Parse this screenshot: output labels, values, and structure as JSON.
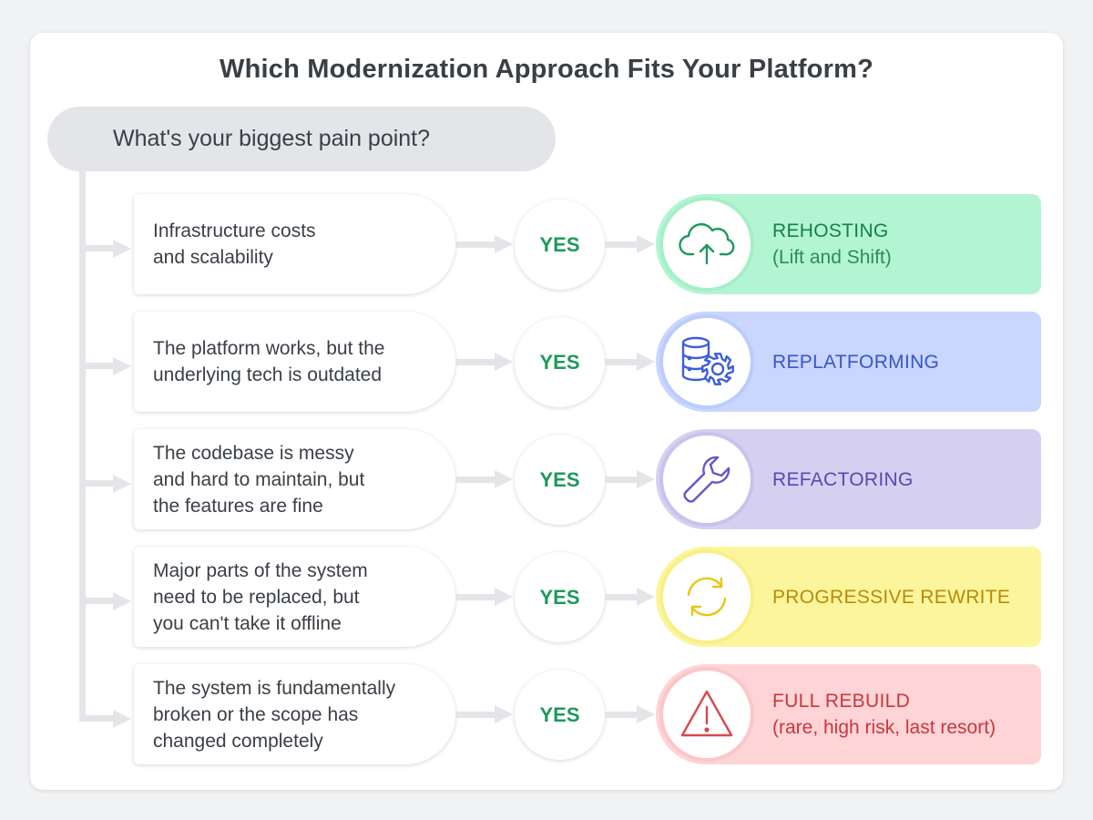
{
  "title": "Which Modernization Approach Fits Your Platform?",
  "question": "What's your biggest pain point?",
  "rows": [
    {
      "pain": [
        "Infrastructure costs",
        "and scalability"
      ],
      "answer": "YES",
      "result_title": "REHOSTING",
      "result_sub": "(Lift and Shift)",
      "icon": "cloud-upload-icon",
      "bg": "#b3f5d3",
      "ring": "#a5efc8",
      "title_color": "#16804a",
      "sub_color": "#2e8a5a",
      "icon_color": "#1c9a5c"
    },
    {
      "pain": [
        "The platform works, but the",
        "underlying tech is outdated"
      ],
      "answer": "YES",
      "result_title": "REPLATFORMING",
      "result_sub": "",
      "icon": "database-gear-icon",
      "bg": "#c9d6fe",
      "ring": "#bccbfd",
      "title_color": "#3b55c9",
      "sub_color": "#3b55c9",
      "icon_color": "#3d5fd8"
    },
    {
      "pain": [
        "The codebase is messy",
        "and hard to maintain, but",
        "the features are fine"
      ],
      "answer": "YES",
      "result_title": "REFACTORING",
      "result_sub": "",
      "icon": "wrench-icon",
      "bg": "#d6d0f0",
      "ring": "#c9c2ec",
      "title_color": "#5b46b5",
      "sub_color": "#5b46b5",
      "icon_color": "#6a54c7"
    },
    {
      "pain": [
        "Major parts of the system",
        "need to be replaced, but",
        "you can't take it offline"
      ],
      "answer": "YES",
      "result_title": "PROGRESSIVE REWRITE",
      "result_sub": "",
      "icon": "refresh-cycle-icon",
      "bg": "#fcf59c",
      "ring": "#f8ef86",
      "title_color": "#b98a06",
      "sub_color": "#b98a06",
      "icon_color": "#e8c610"
    },
    {
      "pain": [
        "The system is fundamentally",
        "broken or the scope has",
        "changed completely"
      ],
      "answer": "YES",
      "result_title": "FULL REBUILD",
      "result_sub": "(rare, high risk, last resort)",
      "icon": "warning-triangle-icon",
      "bg": "#fed4d6",
      "ring": "#fcc6c9",
      "title_color": "#c8373e",
      "sub_color": "#c8373e",
      "icon_color": "#d8474d"
    }
  ]
}
